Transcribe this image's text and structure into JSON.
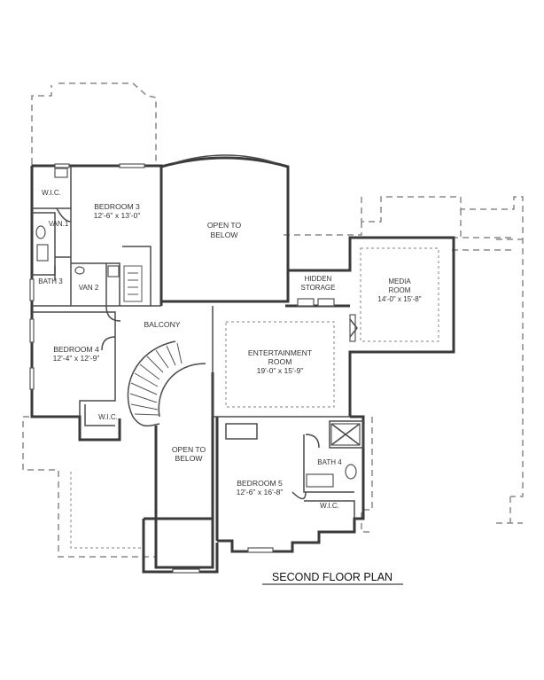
{
  "plan_title": "SECOND FLOOR PLAN",
  "rooms": {
    "wic_1": "W.I.C.",
    "bedroom3_name": "BEDROOM 3",
    "bedroom3_size": "12'-6\" x 13'-0\"",
    "van1": "VAN.1",
    "bath3": "BATH 3",
    "van2": "VAN 2",
    "open_below_1_a": "OPEN TO",
    "open_below_1_b": "BELOW",
    "hidden_storage_a": "HIDDEN",
    "hidden_storage_b": "STORAGE",
    "media_name_a": "MEDIA",
    "media_name_b": "ROOM",
    "media_size": "14'-0\" x 15'-8\"",
    "balcony": "BALCONY",
    "bedroom4_name": "BEDROOM 4",
    "bedroom4_size": "12'-4\" x 12'-9\"",
    "entertainment_name_a": "ENTERTAINMENT",
    "entertainment_name_b": "ROOM",
    "entertainment_size": "19'-0\" x 15'-9\"",
    "wic_2": "W.I.C.",
    "open_below_2_a": "OPEN TO",
    "open_below_2_b": "BELOW",
    "bath4": "BATH 4",
    "bedroom5_name": "BEDROOM 5",
    "bedroom5_size": "12'-6\" x 16'-8\"",
    "wic_3": "W.I.C."
  }
}
